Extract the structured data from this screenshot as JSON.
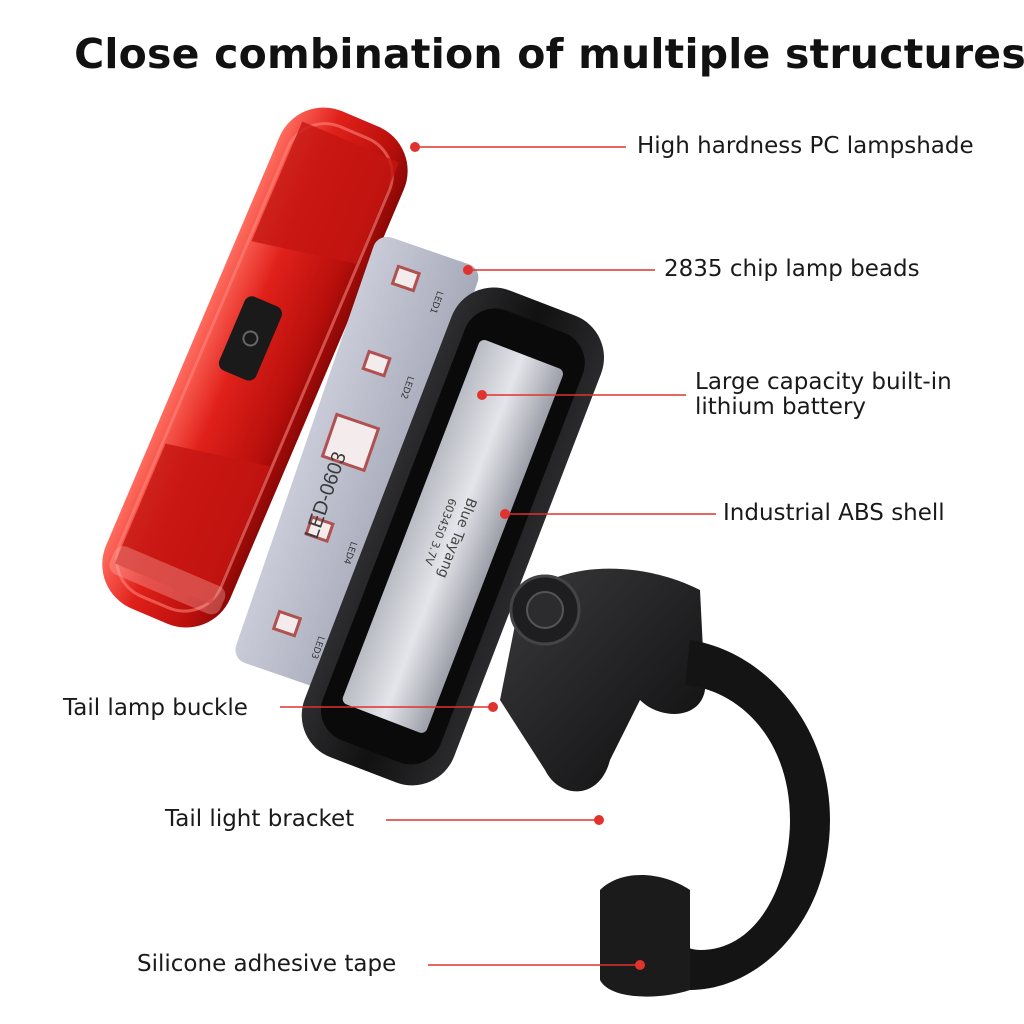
{
  "title": "Close combination of multiple structures",
  "accent_color": "#e0332d",
  "pcb_text": {
    "model": "LED-0603",
    "battery_brand": "Blue Tayang",
    "battery_spec": "603450 3.7V",
    "led_labels": [
      "LED1",
      "LED2",
      "LED4",
      "LED3"
    ]
  },
  "callouts": [
    {
      "label": "High hardness PC lampshade"
    },
    {
      "label": "2835 chip lamp beads"
    },
    {
      "label": "Large capacity built-in lithium battery"
    },
    {
      "label": "Industrial ABS shell"
    },
    {
      "label": "Tail lamp buckle"
    },
    {
      "label": "Tail light bracket"
    },
    {
      "label": "Silicone adhesive tape"
    }
  ]
}
